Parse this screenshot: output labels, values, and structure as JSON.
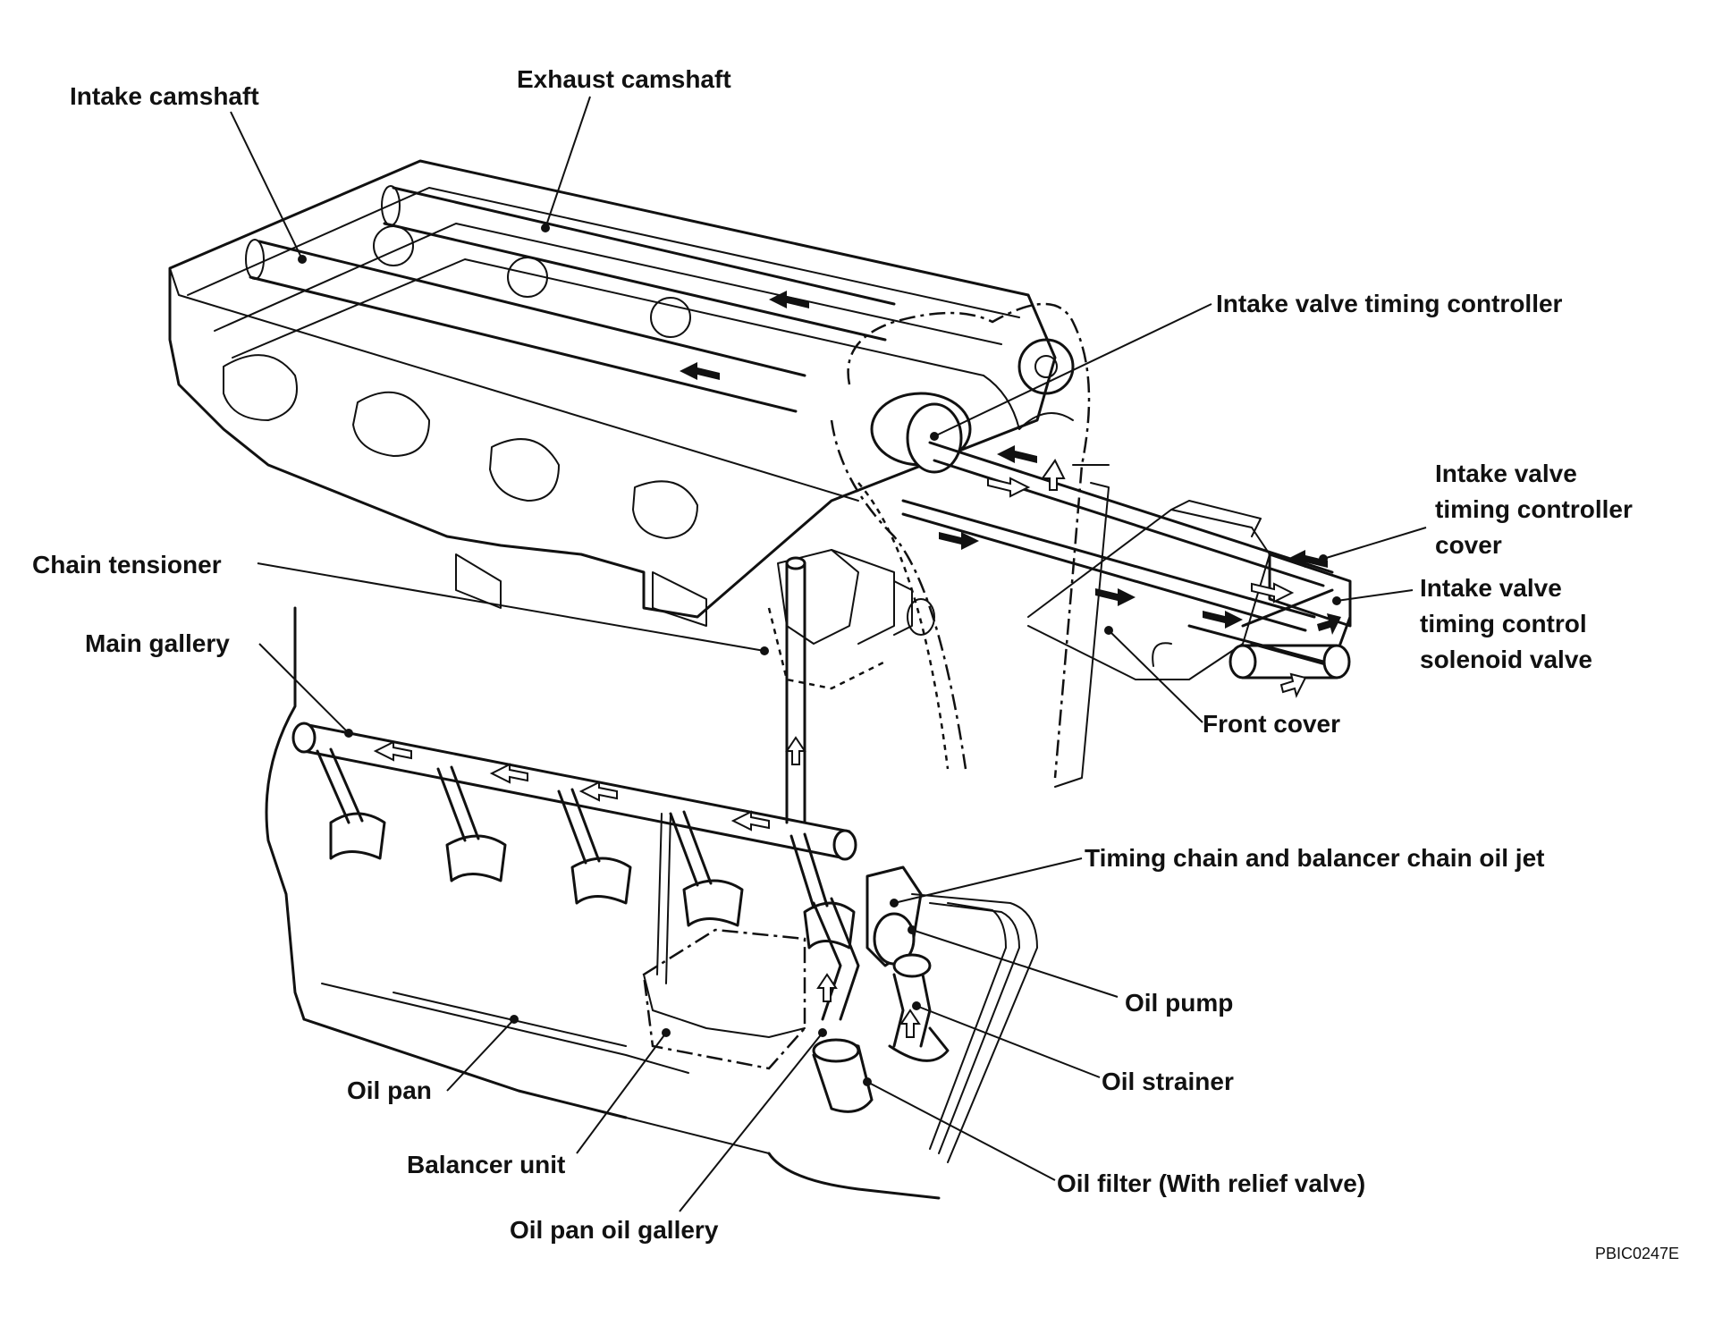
{
  "labels": {
    "intake_camshaft": "Intake camshaft",
    "exhaust_camshaft": "Exhaust camshaft",
    "ivt_controller": "Intake valve timing controller",
    "ivt_controller_cover": [
      "Intake valve",
      "timing controller",
      "cover"
    ],
    "ivt_solenoid_valve": [
      "Intake valve",
      "timing control",
      "solenoid valve"
    ],
    "chain_tensioner": "Chain tensioner",
    "main_gallery": "Main gallery",
    "front_cover": "Front cover",
    "oil_jet": "Timing chain and balancer chain oil jet",
    "oil_pump": "Oil pump",
    "oil_strainer": "Oil strainer",
    "oil_filter": "Oil filter (With relief valve)",
    "oil_pan": "Oil pan",
    "balancer_unit": "Balancer unit",
    "oil_pan_oil_gallery": "Oil pan oil gallery"
  },
  "figure_code": "PBIC0247E"
}
